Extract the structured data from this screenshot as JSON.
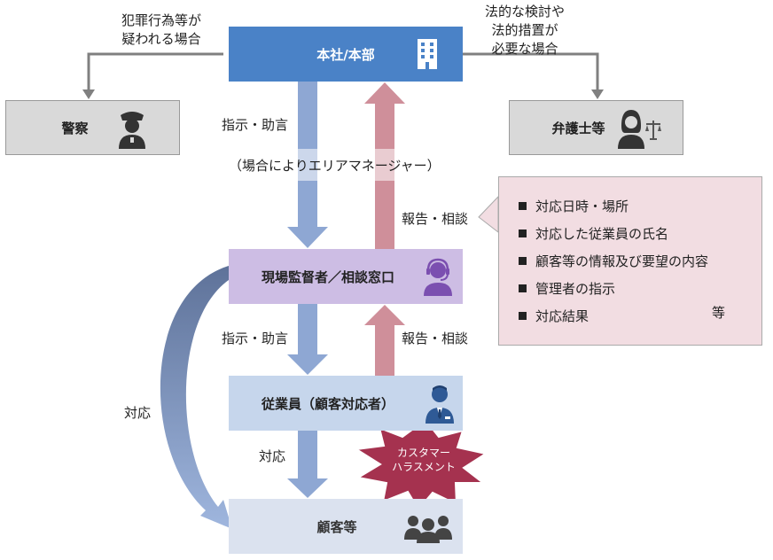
{
  "nodes": {
    "hq": "本社/本部",
    "police": "警察",
    "lawyer": "弁護士等",
    "supervisor": "現場監督者／相談窓口",
    "employee": "従業員（顧客対応者）",
    "customer": "顧客等"
  },
  "labels": {
    "to_police_1": "犯罪行為等が",
    "to_police_2": "疑われる場合",
    "to_lawyer_1": "法的な検討や",
    "to_lawyer_2": "法的措置が",
    "to_lawyer_3": "必要な場合",
    "instruct_top": "指示・助言",
    "area_manager": "（場合によりエリアマネージャー）",
    "report_top": "報告・相談",
    "instruct_mid": "指示・助言",
    "report_mid": "報告・相談",
    "respond_left": "対応",
    "respond_bottom": "対応",
    "harassment_1": "カスタマー",
    "harassment_2": "ハラスメント"
  },
  "report_items": {
    "items": [
      "対応日時・場所",
      "対応した従業員の氏名",
      "顧客等の情報及び要望の内容",
      "管理者の指示",
      "対応結果"
    ],
    "etc": "等"
  },
  "colors": {
    "hq": "#4a82c7",
    "supervisor": "#cdbde4",
    "employee": "#c6d6ec",
    "customer": "#dbe2ef",
    "external": "#d9d9d9",
    "down_arrow": "#8ea7d3",
    "up_arrow": "#cf8f9a",
    "burst": "#a5324f",
    "note_bg": "#f2dde2"
  },
  "icons": [
    "building-icon",
    "police-officer-icon",
    "lawyer-icon",
    "headset-operator-icon",
    "employee-icon",
    "group-icon"
  ]
}
